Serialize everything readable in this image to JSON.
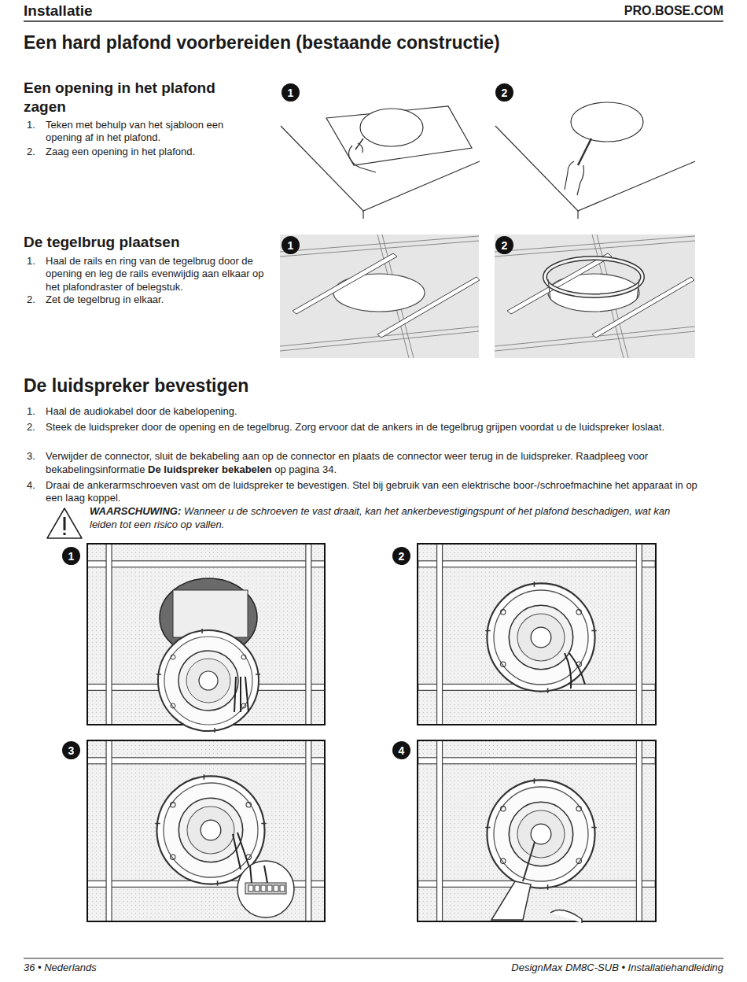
{
  "diagram": {
    "title": "Een hard plafond voorbereiden (bestaande constructie)",
    "nodes": [
      {
        "text": [
          "1"
        ]
      },
      {
        "text": [
          "2"
        ]
      },
      {
        "text": [
          "1"
        ]
      },
      {
        "text": [
          "2"
        ]
      },
      {
        "text": [
          "1"
        ]
      },
      {
        "text": [
          "2"
        ]
      },
      {
        "text": [
          "3"
        ]
      },
      {
        "text": [
          "4"
        ]
      }
    ],
    "labels": [
      "Installatie",
      "PRO.BOSE.COM",
      "Een opening in het plafond zagen",
      "1.",
      "Teken met behulp van het sjabloon een opening af in het plafond.",
      "2.",
      "Zaag een opening in het plafond.",
      "De tegelbrug plaatsen",
      "1.",
      "Haal de rails en ring van de tegelbrug door de opening en leg de rails evenwijdig aan elkaar op het plafondraster of belegstuk.",
      "2.",
      "Zet de tegelbrug in elkaar.",
      "De luidspreker bevestigen",
      "1.",
      "Haal de audiokabel door de kabelopening.",
      "2.",
      "Steek de luidspreker door de opening en de tegelbrug. Zorg ervoor dat de ankers in de tegelbrug grijpen voordat u de luidspreker loslaat.",
      "3.",
      "Verwijder de connector, sluit de bekabeling aan op de connector en plaats de connector weer terug in de luidspreker. Raadpleeg voor bekabelingsinformatie",
      "De luidspreker bekabelen",
      "op pagina 34.",
      "4.",
      "Draai de ankerarmschroeven vast om de luidspreker te bevestigen. Stel bij gebruik van een elektrische boor-/schroefmachine het apparaat in op een laag koppel.",
      "WAARSCHUWING:",
      "Wanneer u de schroeven te vast draait, kan het ankerbevestigingspunt of het plafond beschadigen, wat kan leiden tot een risico op vallen.",
      "36 • Nederlands",
      "DesignMax DM8C-SUB • Installatiehandleiding"
    ]
  }
}
